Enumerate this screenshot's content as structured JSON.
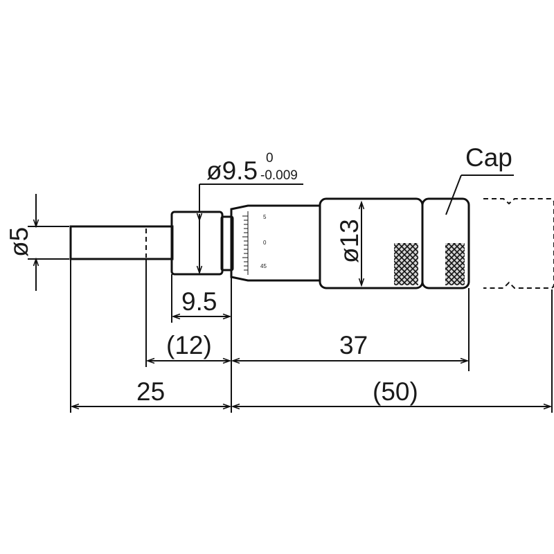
{
  "dimensions": {
    "stem_diameter": "ø5",
    "sleeve_diameter": "ø9.5",
    "sleeve_tol_upper": "0",
    "sleeve_tol_lower": "-0.009",
    "thimble_diameter": "ø13",
    "sleeve_length": "9.5",
    "stem_length_ref": "(12)",
    "thimble_length": "37",
    "spindle_length": "25",
    "total_length_ref": "(50)"
  },
  "labels": {
    "cap": "Cap"
  },
  "thimble_scale": [
    "5",
    "0",
    "45"
  ],
  "colors": {
    "part_fill": "#d4d4d4",
    "line": "#111111"
  }
}
